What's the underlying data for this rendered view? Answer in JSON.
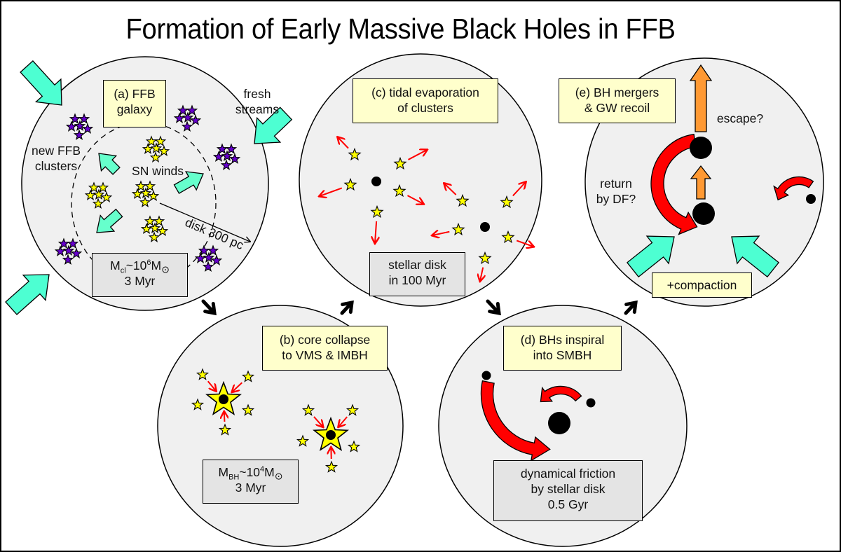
{
  "title": "Formation of Early Massive Black Holes in FFB",
  "colors": {
    "panel_fill": "#f0f0f0",
    "stage_label_fill": "#ffffcc",
    "info_box_fill": "#e4e4e4",
    "inflow_arrow": "#4dffd2",
    "wind_arrow": "#66ffcc",
    "escape_arrow": "#ff9933",
    "orbit_arrow": "#ff0000",
    "star_yellow": "#ffff00",
    "star_purple": "#6600cc",
    "evaporation_arrow": "#ff0000"
  },
  "panels": {
    "a": {
      "label_line1": "(a) FFB",
      "label_line2": "galaxy",
      "fresh_streams_1": "fresh",
      "fresh_streams_2": "streams",
      "new_clusters_1": "new FFB",
      "new_clusters_2": "clusters",
      "sn_winds": "SN winds",
      "disk_radius": "disk 300 pc",
      "info_mass_prefix": "M",
      "info_mass_sub": "cl",
      "info_mass_mid": "~10",
      "info_mass_sup": "6",
      "info_mass_unit": "M",
      "info_sun": "⊙",
      "info_time": "3 Myr"
    },
    "b": {
      "label_line1": "(b) core collapse",
      "label_line2": "to VMS & IMBH",
      "info_mass_prefix": "M",
      "info_mass_sub": "BH",
      "info_mass_mid": "~10",
      "info_mass_sup": "4",
      "info_mass_unit": "M",
      "info_sun": "⊙",
      "info_time": "3 Myr"
    },
    "c": {
      "label_line1": "(c) tidal evaporation",
      "label_line2": "of clusters",
      "info_line1": "stellar disk",
      "info_line2": "in 100 Myr"
    },
    "d": {
      "label_line1": "(d) BHs inspiral",
      "label_line2": "into SMBH",
      "info_line1": "dynamical friction",
      "info_line2": "by stellar disk",
      "info_line3": "0.5 Gyr"
    },
    "e": {
      "label_line1": "(e) BH mergers",
      "label_line2": "& GW recoil",
      "escape": "escape?",
      "return_1": "return",
      "return_2": "by DF?",
      "compaction": "+compaction"
    }
  },
  "flow": [
    "a",
    "b",
    "c",
    "d",
    "e"
  ]
}
